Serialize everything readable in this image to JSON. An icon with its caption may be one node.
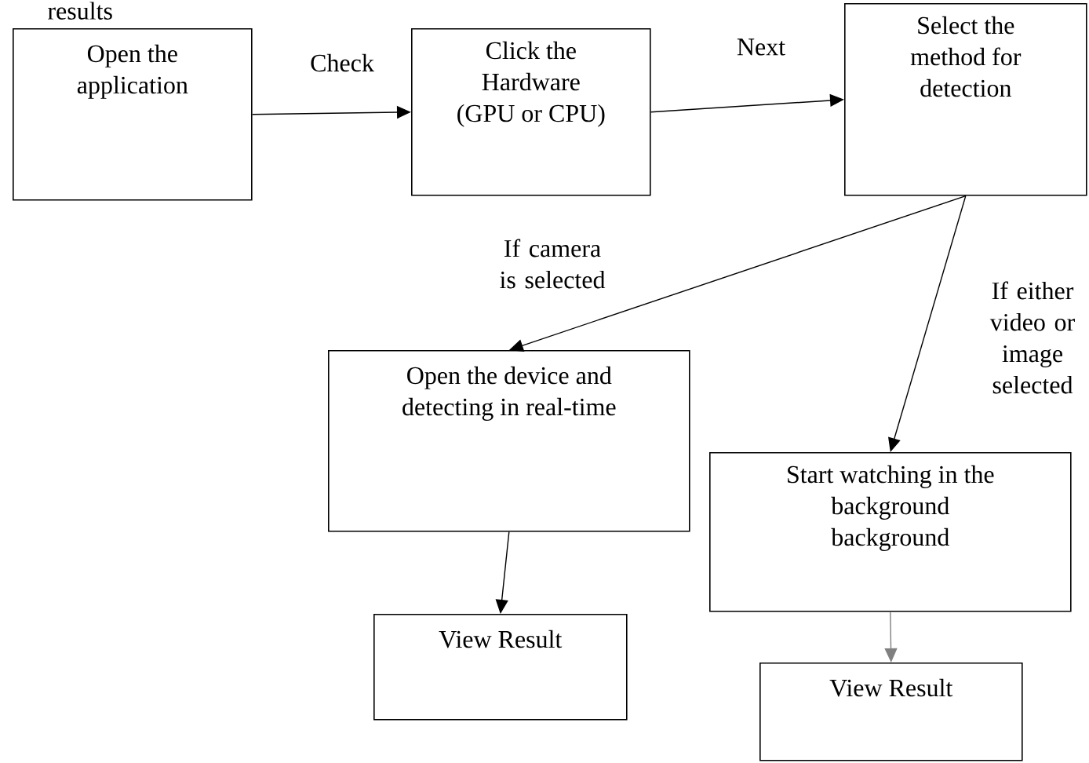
{
  "diagram": {
    "nodes": [
      {
        "text": [
          "Open the application"
        ]
      },
      {
        "text": [
          "Click the Hardware (GPU or CPU)"
        ]
      },
      {
        "text": [
          "Select the method for detection"
        ]
      },
      {
        "text": [
          "Open the device and detecting in real-time"
        ]
      },
      {
        "text": [
          "Start watching in the background background"
        ]
      },
      {
        "text": [
          "View Result"
        ]
      },
      {
        "text": [
          "View Result"
        ]
      }
    ],
    "edges": [
      {
        "from": 0,
        "to": 1,
        "arrow": "to",
        "label": "Check"
      },
      {
        "from": 1,
        "to": 2,
        "arrow": "to",
        "label": "Next"
      },
      {
        "from": 2,
        "to": 3,
        "arrow": "to",
        "label": "If camera is selected"
      },
      {
        "from": 2,
        "to": 4,
        "arrow": "to",
        "label": "If either video or image selected"
      },
      {
        "from": 3,
        "to": 5,
        "arrow": "to"
      },
      {
        "from": 4,
        "to": 6,
        "arrow": "to",
        "color": "#808080"
      }
    ],
    "labels": [
      "results"
    ]
  }
}
